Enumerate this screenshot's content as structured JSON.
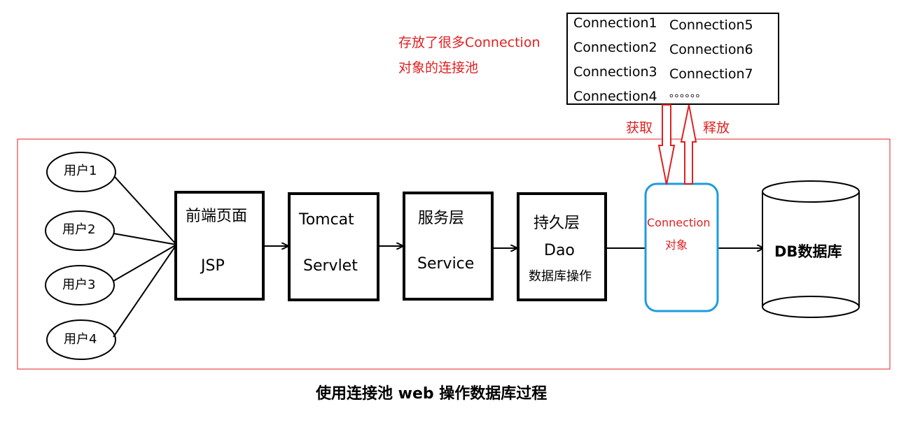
{
  "pool_note": {
    "line1": "存放了很多Connection",
    "line2": "对象的连接池"
  },
  "pool": {
    "left_col": [
      "Connection1",
      "Connection2",
      "Connection3",
      "Connection4"
    ],
    "right_col": [
      "Connection5",
      "Connection6",
      "Connection7",
      "。。。。。。"
    ]
  },
  "acquire_label": "获取",
  "release_label": "释放",
  "users": [
    "用户1",
    "用户2",
    "用户3",
    "用户4"
  ],
  "boxes": {
    "jsp": {
      "line1": "前端页面",
      "line2": "JSP"
    },
    "tomcat": {
      "line1": "Tomcat",
      "line2": "Servlet"
    },
    "service": {
      "line1": "服务层",
      "line2": "Service"
    },
    "dao": {
      "line1": "持久层",
      "line2": "Dao",
      "line3": "数据库操作"
    }
  },
  "connection_obj": {
    "line1": "Connection",
    "line2": "对象"
  },
  "database_label": "DB数据库",
  "caption": "使用连接池 web 操作数据库过程",
  "colors": {
    "frame": "#e02020",
    "connection_border": "#1e9be0",
    "text_red": "#e02020"
  }
}
